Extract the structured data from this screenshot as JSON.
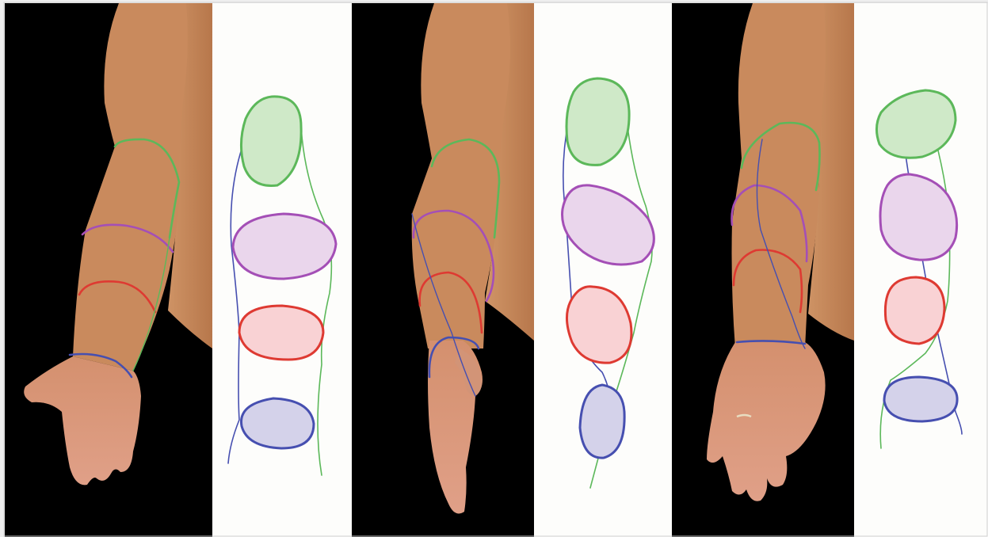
{
  "figure": {
    "panels": [
      {
        "view": "supinated-forearm",
        "section_count": 4
      },
      {
        "view": "neutral-forearm",
        "section_count": 4
      },
      {
        "view": "pronated-forearm",
        "section_count": 4
      }
    ],
    "section_colors": {
      "upper": "#5cb85a",
      "middle": "#a44fb6",
      "lower": "#de3a32",
      "wrist": "#464fb0",
      "upper_fill": "#cfe9c8",
      "middle_fill": "#ead6ec",
      "lower_fill": "#f9d2d4",
      "wrist_fill": "#d4d2ea"
    },
    "photo_background": "#000000",
    "diagram_background": "#fdfdfb",
    "skin_tone": "#c98a5d"
  }
}
